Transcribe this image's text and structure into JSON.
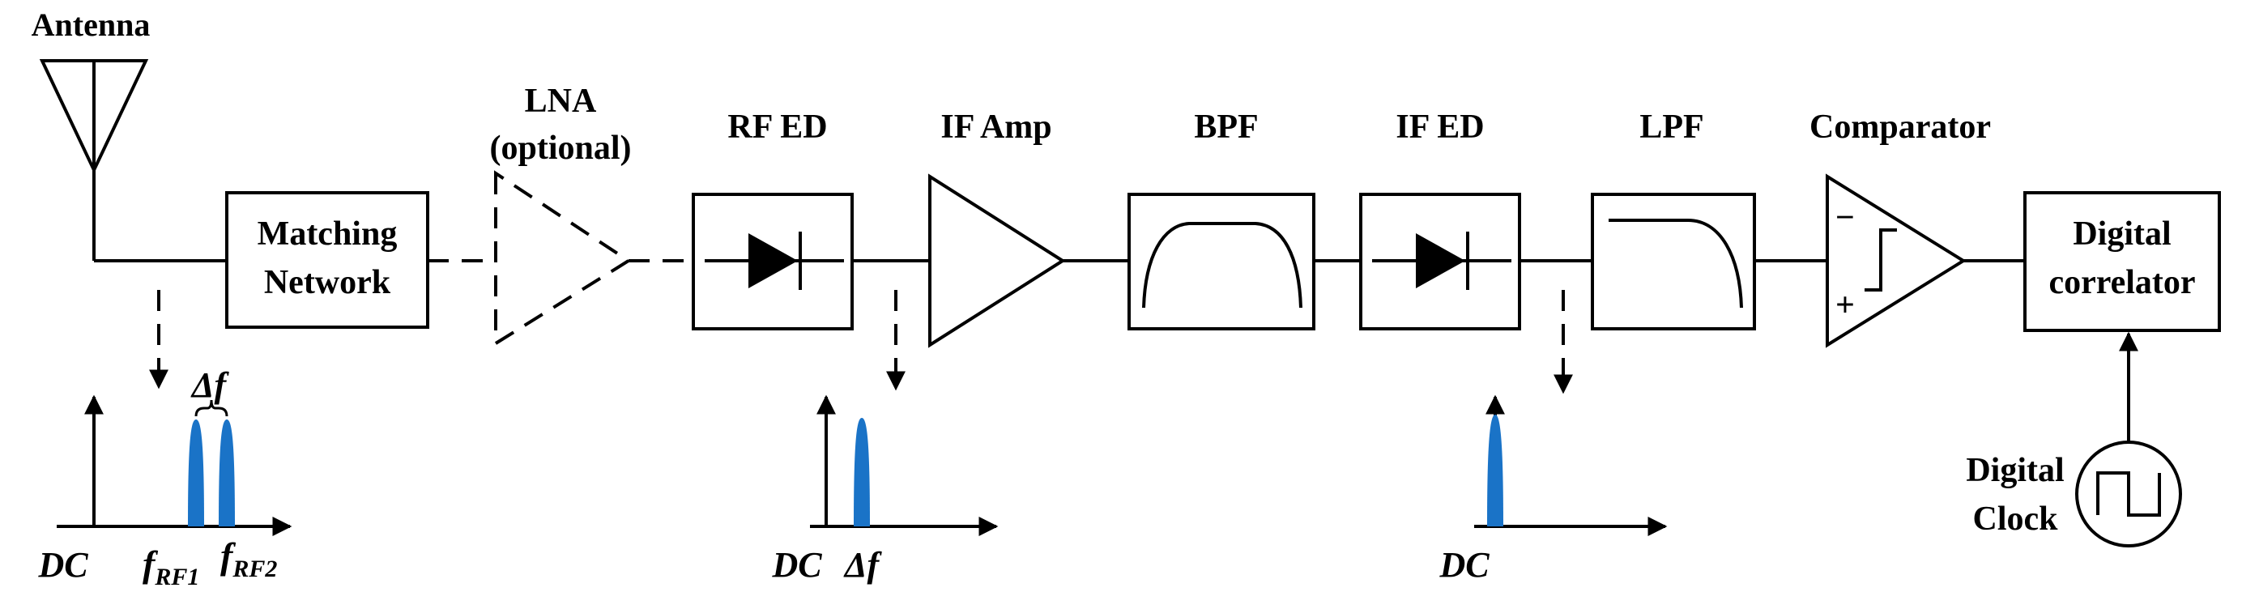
{
  "labels": {
    "antenna": "Antenna",
    "matching_1": "Matching",
    "matching_2": "Network",
    "lna_1": "LNA",
    "lna_2": "(optional)",
    "rf_ed": "RF ED",
    "if_amp": "IF Amp",
    "bpf": "BPF",
    "if_ed": "IF ED",
    "lpf": "LPF",
    "comparator": "Comparator",
    "comp_minus": "−",
    "comp_plus": "+",
    "correlator_1": "Digital",
    "correlator_2": "correlator",
    "clock_1": "Digital",
    "clock_2": "Clock"
  },
  "spectra": {
    "rf": {
      "dc": "DC",
      "delta_f": "Δf",
      "f1_main": "f",
      "f1_sub": "RF1",
      "f2_main": "f",
      "f2_sub": "RF2"
    },
    "if": {
      "dc": "DC",
      "delta_f": "Δf"
    },
    "baseband": {
      "dc": "DC"
    }
  },
  "colors": {
    "spectrum": "#1a73c7",
    "line": "#000000"
  }
}
